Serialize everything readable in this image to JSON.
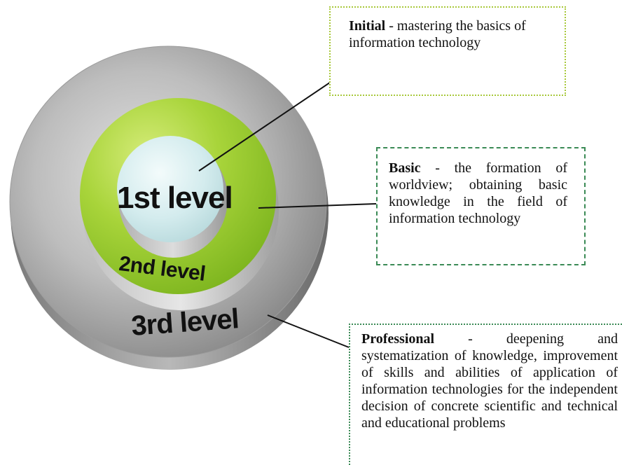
{
  "diagram": {
    "levels": [
      {
        "label": "1st level"
      },
      {
        "label": "2nd level"
      },
      {
        "label": "3rd level"
      }
    ],
    "boxes": {
      "initial": {
        "title": "Initial",
        "text": " - mastering the basics of information technology"
      },
      "basic": {
        "title": "Basic",
        "text": " - the formation of worldview; obtaining basic knowledge in the field of information technology"
      },
      "professional": {
        "title": "Professional",
        "text": " - deepening and systematization of knowledge, improvement of skills and abilities of application of information technologies for the independent decision of concrete scientific and technical and educational problems"
      }
    },
    "colors": {
      "outer_ring": "#9a9a9a",
      "middle_ring": "#8fc62c",
      "inner_circle": "#d5ecee",
      "initial_border": "#a8c83a",
      "basic_border": "#3a8a55",
      "professional_border": "#3a8a55"
    }
  }
}
